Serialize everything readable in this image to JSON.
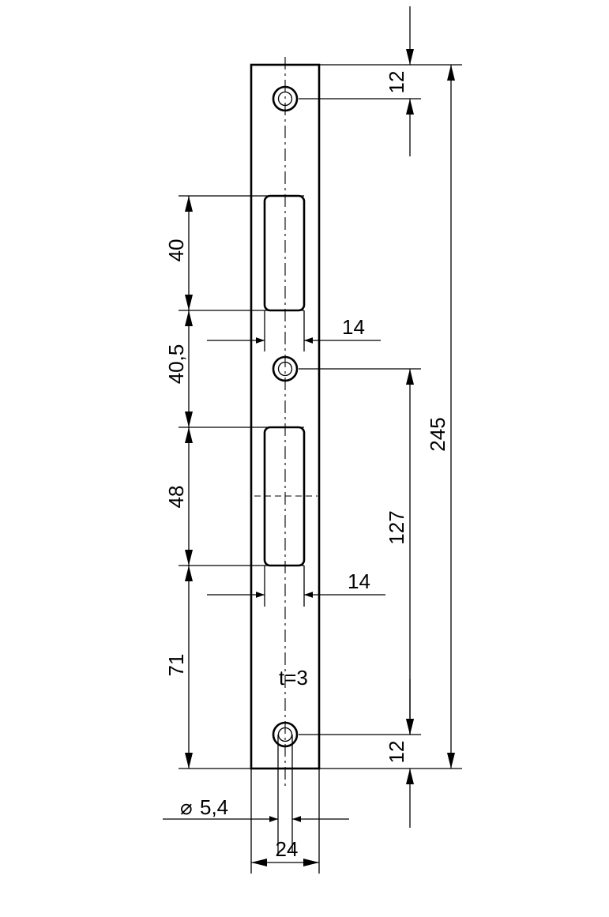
{
  "dimensions": {
    "total_length": "245",
    "top_hole_offset": "12",
    "bottom_hole_offset": "12",
    "hole_spacing": "127",
    "upper_slot_length": "40",
    "slot_gap": "40,5",
    "lower_slot_length": "48",
    "lower_slot_to_end": "71",
    "upper_slot_width": "14",
    "lower_slot_width": "14",
    "plate_width": "24",
    "hole_diameter": "5,4",
    "thickness": "t=3"
  },
  "symbols": {
    "diameter": "⌀"
  }
}
